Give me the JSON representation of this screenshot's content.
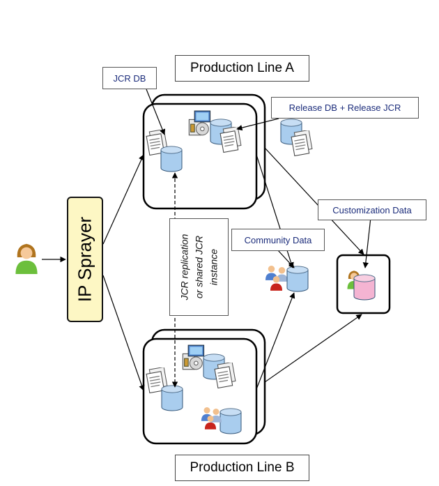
{
  "labels": {
    "production_line_a": "Production Line A",
    "production_line_b": "Production Line B",
    "jcr_db": "JCR DB",
    "release": "Release DB + Release JCR",
    "customization": "Customization Data",
    "community": "Community Data",
    "ip_sprayer": "IP Sprayer",
    "jcr_note_lines": [
      "JCR replication",
      "or shared JCR",
      "instance"
    ]
  },
  "colors": {
    "sprayer_fill": "#fdf7c4",
    "db_blue": "#a9cdee",
    "db_pink": "#f4b4d2",
    "label_text": "#1a2b7a"
  },
  "icons": [
    "user-icon",
    "database-icon",
    "document-icon",
    "installer-icon",
    "user-group-icon"
  ]
}
